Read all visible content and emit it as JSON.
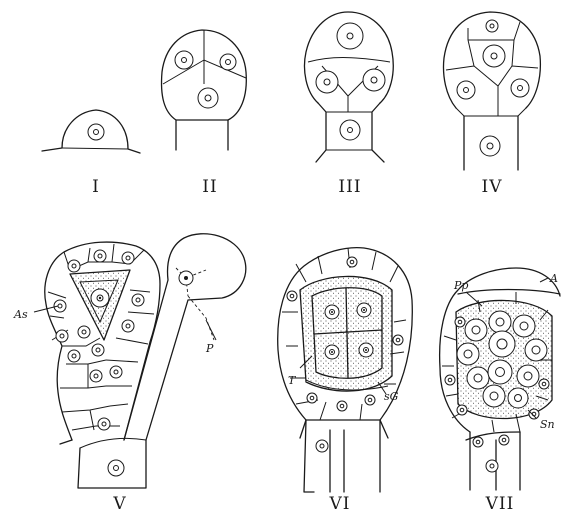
{
  "panels": [
    {
      "id": "I",
      "label": "I"
    },
    {
      "id": "II",
      "label": "II"
    },
    {
      "id": "III",
      "label": "III"
    },
    {
      "id": "IV",
      "label": "IV"
    },
    {
      "id": "V",
      "label": "V"
    },
    {
      "id": "VI",
      "label": "VI"
    },
    {
      "id": "VII",
      "label": "VII"
    }
  ],
  "annotations": {
    "as": "As",
    "p": "P",
    "t": "T",
    "sg": "sG",
    "pp": "Pp",
    "a": "A",
    "sn": "Sn"
  },
  "colors": {
    "ink": "#1a1a1a",
    "paper": "#ffffff"
  }
}
